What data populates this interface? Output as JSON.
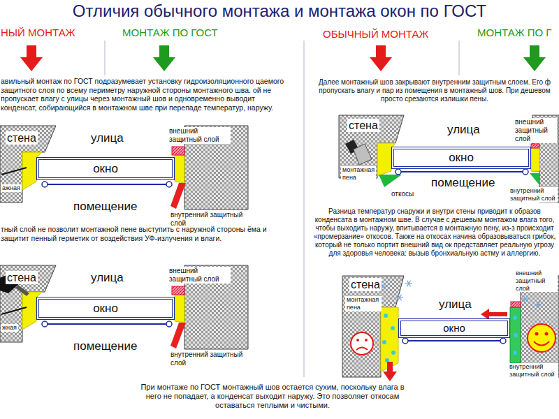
{
  "diagram": {
    "title": "Отличия обычного монтажа и монтажа окон по ГОСТ",
    "caption": "При монтаже по ГОСТ монтажный шов остается сухим, поскольку влага в него не попадает, а конденсат выходит наружу. Это позволяет откосам оставаться теплыми и чистыми.",
    "nodes": [
      {
        "text": [
          "окно"
        ]
      },
      {
        "text": [
          "окно"
        ]
      },
      {
        "text": [
          "окно"
        ]
      },
      {
        "text": [
          "окно"
        ]
      }
    ],
    "labels": [
      "НЫЙ МОНТАЖ",
      "МОНТАЖ ПО ГОСТ",
      "ОБЫЧНЫЙ МОНТАЖ",
      "МОНТАЖ ПО Г",
      "авильный монтаж по ГОСТ подразумевает установку гидроизоляционного цаемого защитного слоя по всему периметру наружной стороны монтажного шва. ой не пропускает влагу с улицы через монтажный шов и одновременно выводит конденсат, собирающийся в монтажном шве при перепаде температур, наружу.",
      "стена",
      "улица",
      "помещение",
      "внешний защитный слой",
      "ажная",
      "внутренний защитный слой",
      "тный слой не позволит монтажной пене выступить с наружной стороны ёма и защитит пенный герметик от воздействия УФ-излучения и влаги.",
      "стена",
      "улица",
      "помещение",
      "внешний защитный слой",
      "жная",
      "внутренний защитный слой",
      "Далее монтажный шов закрывают внутренним защитным слоем. Его ф пропускать влагу и пар из помещения в монтажный шов. При дешевом просто срезаются излишки пены.",
      "стена",
      "улица",
      "помещение",
      "монтажная пена",
      "откосы",
      "внешний защитный слой",
      "внутренний защитный слой",
      "Разница температур снаружи и внутри стены приводит к образов конденсата в монтажном шве. В случае с дешевым монтажом влага того, чтобы выходить наружу, впитывается в монтажную пену, из-з происходит «промерзание» откосов. Также на откосах начина образовываться грибок, который не только портит внешний вид ок представляет реальную угрозу для здоровья человека: вызыв бронхиальную астму и аллергию.",
      "стена",
      "улица",
      "монтажная пена",
      "внешний защитный слой",
      "внутренний защитный слой"
    ]
  }
}
